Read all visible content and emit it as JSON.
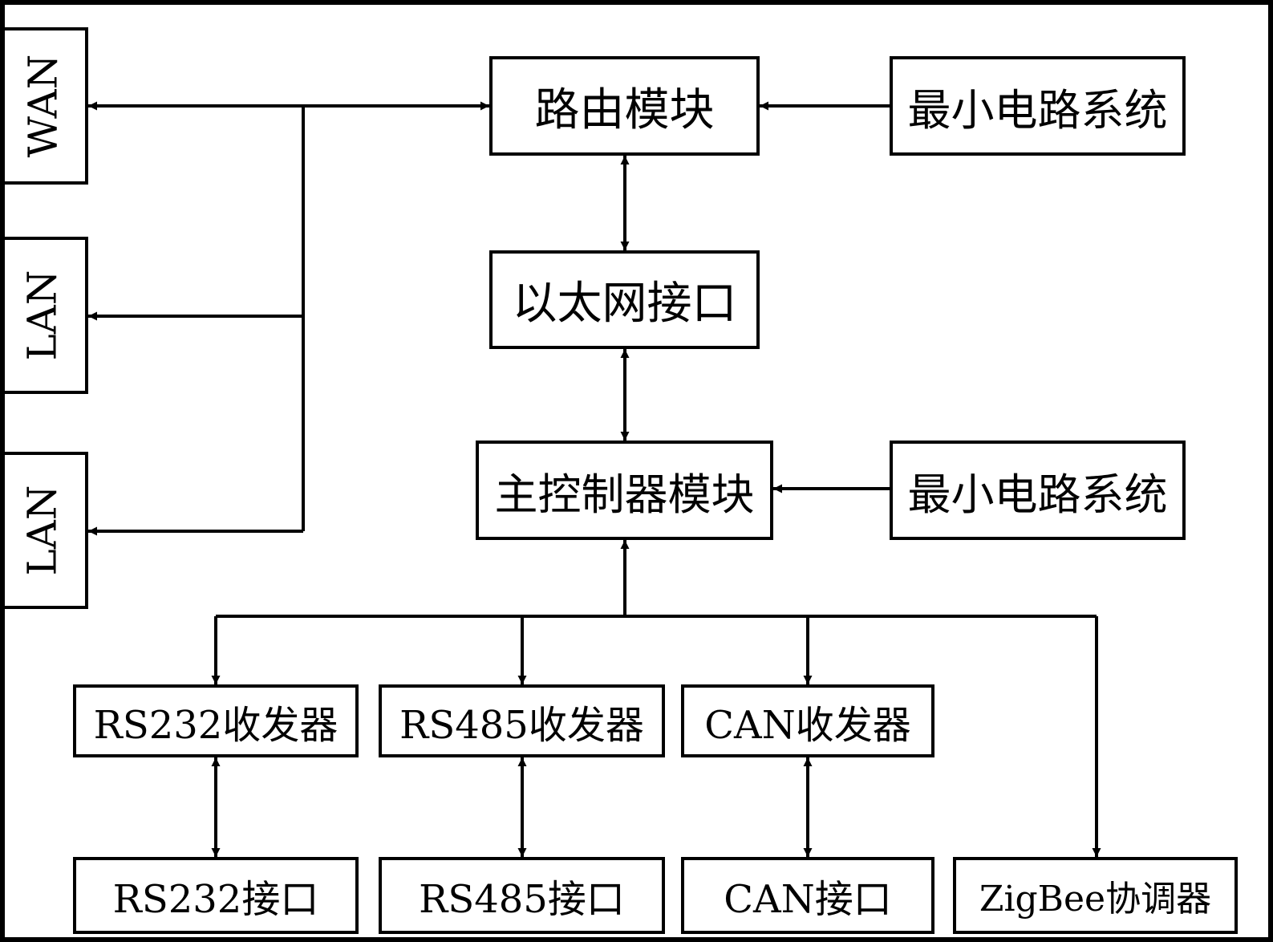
{
  "diagram": {
    "ports": {
      "wan": "WAN",
      "lan1": "LAN",
      "lan2": "LAN"
    },
    "modules": {
      "router": "路由模块",
      "min_system_top": "最小电路系统",
      "ethernet": "以太网接口",
      "main_controller": "主控制器模块",
      "min_system_mid": "最小电路系统"
    },
    "transceivers": {
      "rs232": "RS232收发器",
      "rs485": "RS485收发器",
      "can": "CAN收发器"
    },
    "interfaces": {
      "rs232": "RS232接口",
      "rs485": "RS485接口",
      "can": "CAN接口",
      "zigbee": "ZigBee协调器"
    }
  }
}
